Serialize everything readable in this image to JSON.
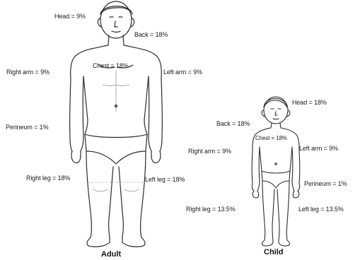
{
  "adult": {
    "caption": "Adult",
    "head": "Head = 9%",
    "back": "Back = 18%",
    "chest": "Chest = 18%",
    "right_arm": "Right arm = 9%",
    "left_arm": "Left arm = 9%",
    "perineum": "Perineum = 1%",
    "right_leg": "Right leg = 18%",
    "left_leg": "Left leg = 18%"
  },
  "child": {
    "caption": "Child",
    "head": "Head = 18%",
    "back": "Back = 18%",
    "chest": "Chest = 18%",
    "right_arm": "Right arm = 9%",
    "left_arm": "Left arm = 9%",
    "perineum": "Perineum = 1%",
    "right_leg": "Right leg = 13.5%",
    "left_leg": "Left leg = 13.5%"
  },
  "colors": {
    "line": "#2b2b2b",
    "guide": "#b5b5b5",
    "text": "#1a1a1a"
  }
}
